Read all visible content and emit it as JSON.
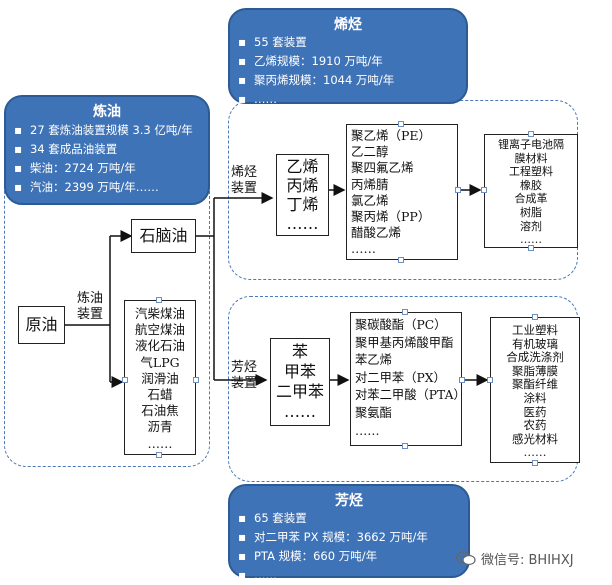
{
  "refining": {
    "title": "炼油",
    "items": [
      "27 套炼油装置规模 3.3 亿吨/年",
      "34 套成品油装置",
      "柴油：2724 万吨/年",
      "汽油：2399 万吨/年……"
    ]
  },
  "olefin": {
    "title": "烯烃",
    "items": [
      "55 套装置",
      "乙烯规模：1910 万吨/年",
      "聚丙烯规模：1044 万吨/年",
      "……"
    ]
  },
  "aromatic": {
    "title": "芳烃",
    "items": [
      "65 套装置",
      "对二甲苯 PX 规模：3662 万吨/年",
      "PTA 规模：660 万吨/年",
      "……"
    ]
  },
  "crude": "原油",
  "naphtha": "石脑油",
  "refining_device_label": [
    "炼油",
    "装置"
  ],
  "olefin_device_label": [
    "烯烃",
    "装置"
  ],
  "aromatic_device_label": [
    "芳烃",
    "装置"
  ],
  "refined_products": [
    "汽柴煤油",
    "航空煤油",
    "液化石油",
    "气LPG",
    "润滑油",
    "石蜡",
    "石油焦",
    "沥青",
    "……"
  ],
  "olefin_monomers": [
    "乙烯",
    "丙烯",
    "丁烯",
    "……"
  ],
  "olefin_derivatives": [
    "聚乙烯（PE）",
    "乙二醇",
    "聚四氟乙烯",
    "丙烯腈",
    "氯乙烯",
    "聚丙烯（PP）",
    "醋酸乙烯",
    "……"
  ],
  "olefin_applications": [
    "锂离子电池隔",
    "膜材料",
    "工程塑料",
    "橡胶",
    "合成革",
    "树脂",
    "溶剂",
    "……"
  ],
  "aromatic_monomers": [
    "苯",
    "甲苯",
    "二甲苯",
    "……"
  ],
  "aromatic_derivatives": [
    "聚碳酸酯（PC）",
    "聚甲基丙烯酸甲酯",
    "苯乙烯",
    "对二甲苯（PX）",
    "对苯二甲酸（PTA）",
    "聚氨酯",
    "……"
  ],
  "aromatic_applications": [
    "工业塑料",
    "有机玻璃",
    "合成洗涤剂",
    "聚脂薄膜",
    "聚酯纤维",
    "涂料",
    "医药",
    "农药",
    "感光材料",
    "……"
  ],
  "watermark": "微信号: BHIHXJ",
  "colors": {
    "panel": "#3f73b7",
    "dashed": "#4a78b8"
  }
}
